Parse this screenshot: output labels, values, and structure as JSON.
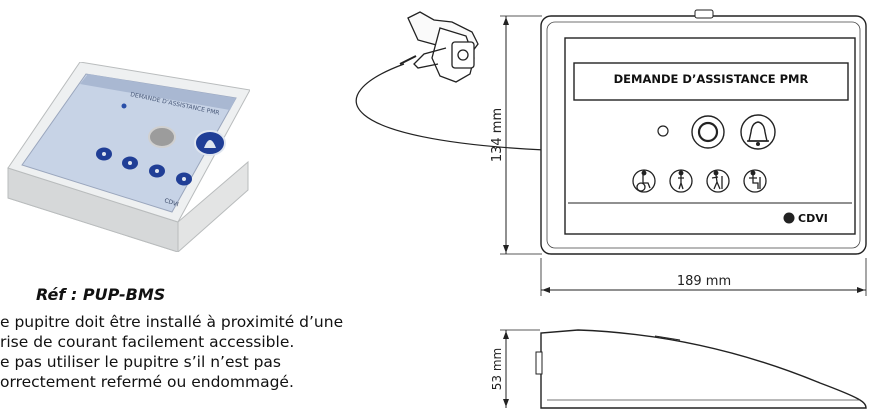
{
  "reference": {
    "label": "Réf : PUP-BMS"
  },
  "notes": [
    "e pupitre doit être installé à proximité d’une",
    "rise de courant facilement accessible.",
    "e pas utiliser le pupitre s’il n’est pas",
    "orrectement refermé ou endommagé."
  ],
  "front_view": {
    "panel_title": "DEMANDE D’ASSISTANCE PMR",
    "brand": "CDVI",
    "height_dimension": "134 mm",
    "width_dimension": "189 mm"
  },
  "side_view": {
    "height_dimension": "53 mm"
  },
  "product_photo": {
    "panel_title": "DEMANDE D’ASSISTANCE PMR",
    "brand": "CDVI"
  },
  "icons": [
    "wheelchair-icon",
    "standing-person-icon",
    "walking-aid-icon",
    "seated-person-icon",
    "bell-icon",
    "call-button-icon"
  ]
}
